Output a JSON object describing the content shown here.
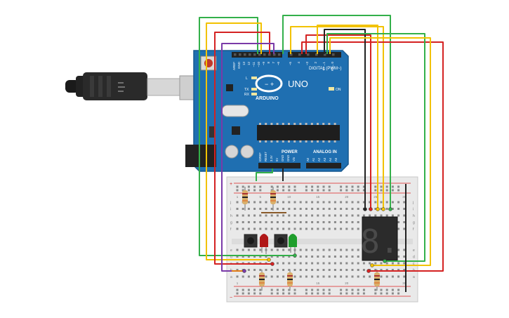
{
  "board": {
    "name": "UNO",
    "brand": "ARDUINO",
    "digital_header": "DIGITAL (PWM~)",
    "power_header": "POWER",
    "analog_header": "ANALOG IN",
    "on_label": "ON",
    "tx_label": "TX",
    "rx_label": "RX",
    "l_label": "L",
    "top_pins": [
      "AREF",
      "GND",
      "13",
      "12",
      "~11",
      "~10",
      "~9",
      "8",
      "7",
      "~6",
      "~5",
      "4",
      "~3",
      "2",
      "TX→1",
      "RX←0"
    ],
    "power_pins": [
      "IOREF",
      "RESET",
      "3.3V",
      "5V",
      "GND",
      "GND",
      "Vin"
    ],
    "analog_pins": [
      "A0",
      "A1",
      "A2",
      "A3",
      "A4",
      "A5"
    ]
  },
  "breadboard": {
    "row_letters_top": [
      "a",
      "b",
      "c",
      "d",
      "e"
    ],
    "row_letters_bottom": [
      "f",
      "g",
      "h",
      "i",
      "j"
    ],
    "column_numbers": [
      "1",
      "5",
      "10",
      "15",
      "20",
      "25",
      "30"
    ],
    "rail_plus": "+",
    "rail_minus": "−"
  },
  "components": {
    "seven_segment_digit": "8.",
    "leds": [
      {
        "id": "red",
        "color": "#b01818"
      },
      {
        "id": "green",
        "color": "#1f9e2c"
      }
    ]
  },
  "colors": {
    "board": "#1f6fb1",
    "wire_red": "#d42222",
    "wire_yellow": "#f2c200",
    "wire_green": "#33b04a",
    "wire_black": "#222222",
    "wire_purple": "#7a3aa8",
    "wire_orange": "#e07b16"
  }
}
